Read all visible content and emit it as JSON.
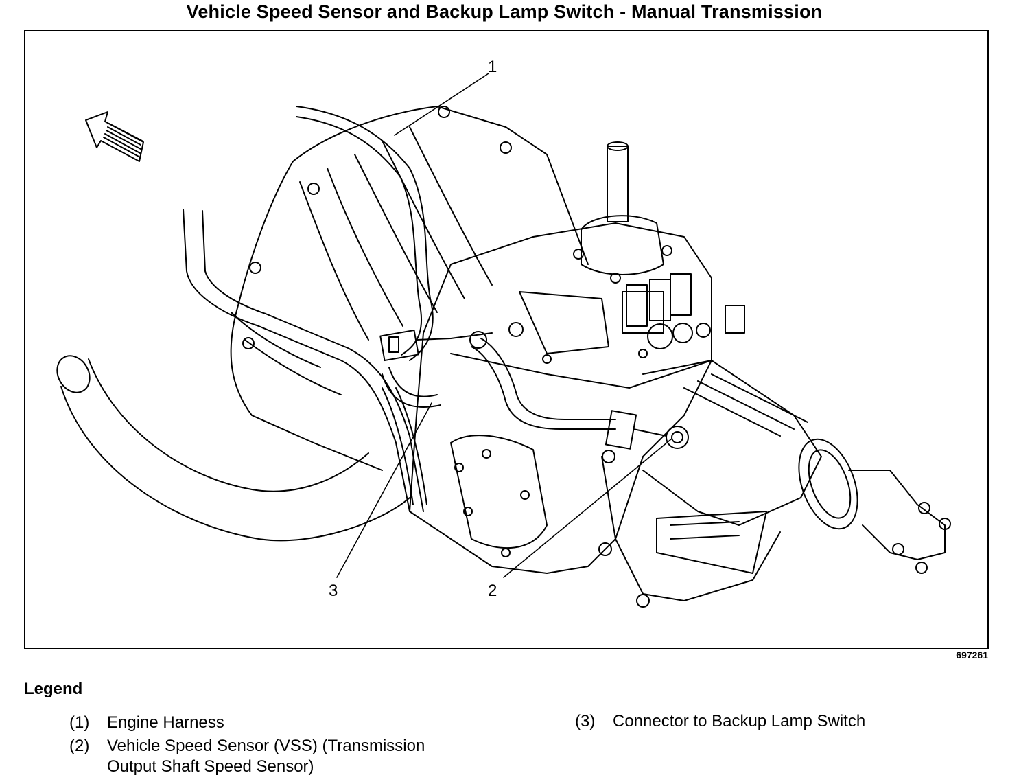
{
  "title": "Vehicle Speed Sensor and Backup Lamp Switch - Manual Transmission",
  "figure_number": "697261",
  "callouts": [
    "1",
    "2",
    "3"
  ],
  "legend": {
    "heading": "Legend",
    "items": [
      {
        "num": "(1)",
        "line1": "Engine Harness",
        "line2": ""
      },
      {
        "num": "(2)",
        "line1": "Vehicle Speed Sensor (VSS) (Transmission",
        "line2": "Output Shaft Speed Sensor)"
      },
      {
        "num": "(3)",
        "line1": "Connector to Backup Lamp Switch",
        "line2": ""
      }
    ]
  }
}
